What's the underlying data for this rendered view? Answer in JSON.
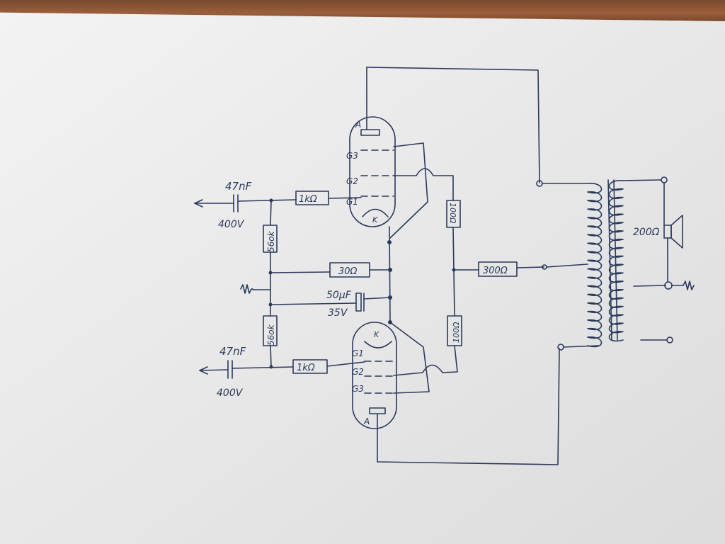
{
  "input_caps": [
    {
      "value": "47nF",
      "voltage": "400V"
    },
    {
      "value": "47nF",
      "voltage": "400V"
    }
  ],
  "grid_resistors": [
    "1kΩ",
    "1kΩ"
  ],
  "bias_resistors": [
    "56ok",
    "56ok"
  ],
  "cathode_resistor": "30Ω",
  "cathode_cap": {
    "value": "50µF",
    "voltage": "35V"
  },
  "screen_resistors": [
    "100Ω",
    "100Ω"
  ],
  "feed_resistor": "300Ω",
  "speaker_impedance": "200Ω",
  "tube_labels": {
    "anode": "A",
    "cathode": "K",
    "g1": "G1",
    "g2": "G2",
    "g3": "G3"
  }
}
